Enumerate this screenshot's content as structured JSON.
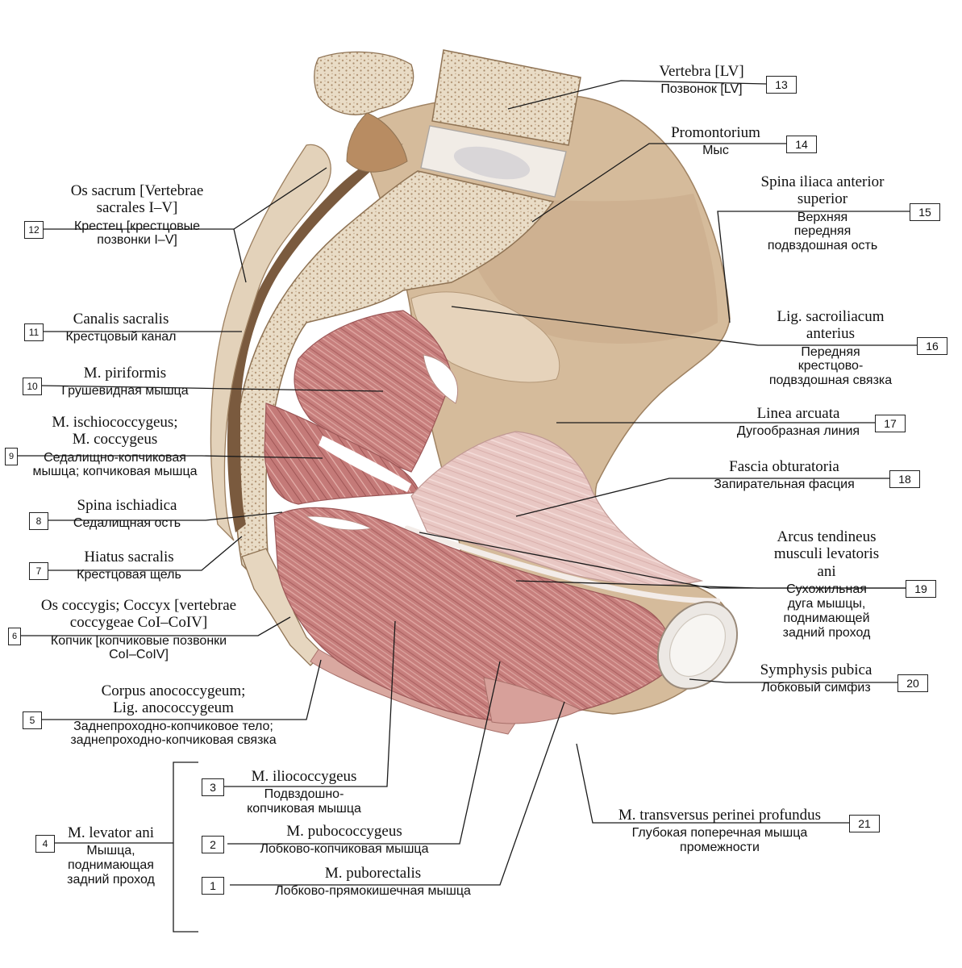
{
  "labels": [
    {
      "num": "13",
      "latin": "Vertebra [LV]",
      "russian": "Позвонок [LV]"
    },
    {
      "num": "14",
      "latin": "Promontorium",
      "russian": "Мыс"
    },
    {
      "num": "15",
      "latin": "Spina iliaca anterior\nsuperior",
      "russian": "Верхняя\nпередняя\nподвздошная ость"
    },
    {
      "num": "16",
      "latin": "Lig. sacroiliacum\nanterius",
      "russian": "Передняя\nкрестцово-\nподвздошная связка"
    },
    {
      "num": "17",
      "latin": "Linea arcuata",
      "russian": "Дугообразная линия"
    },
    {
      "num": "18",
      "latin": "Fascia obturatoria",
      "russian": "Запирательная фасция"
    },
    {
      "num": "19",
      "latin": "Arcus tendineus\nmusculi levatoris\nani",
      "russian": "Сухожильная\nдуга мышцы,\nподнимающей\nзадний проход"
    },
    {
      "num": "20",
      "latin": "Symphysis pubica",
      "russian": "Лобковый симфиз"
    },
    {
      "num": "21",
      "latin": "M. transversus perinei profundus",
      "russian": "Глубокая поперечная мышца\nпромежности"
    },
    {
      "num": "12",
      "latin": "Os sacrum [Vertebrae\nsacrales I–V]",
      "russian": "Крестец [крестцовые\nпозвонки I–V]"
    },
    {
      "num": "11",
      "latin": "Canalis sacralis",
      "russian": "Крестцовый канал"
    },
    {
      "num": "10",
      "latin": "M. piriformis",
      "russian": "Грушевидная мышца"
    },
    {
      "num": "9",
      "latin": "M. ischiococcygeus;\nM. coccygeus",
      "russian": "Седалищно-копчиковая\nмышца; копчиковая мышца"
    },
    {
      "num": "8",
      "latin": "Spina ischiadica",
      "russian": "Седалищная ость"
    },
    {
      "num": "7",
      "latin": "Hiatus sacralis",
      "russian": "Крестцовая щель"
    },
    {
      "num": "6",
      "latin": "Os coccygis; Coccyx [vertebrae\ncoccygeae CoI–CoIV]",
      "russian": "Копчик [копчиковые позвонки\nCoI–CoIV]"
    },
    {
      "num": "5",
      "latin": "Corpus anococcygeum;\nLig. anococcygeum",
      "russian": "Заднепроходно-копчиковое тело;\nзаднепроходно-копчиковая связка"
    },
    {
      "num": "4",
      "latin": "M. levator ani",
      "russian": "Мышца,\nподнимающая\nзадний проход"
    },
    {
      "num": "3",
      "latin": "M. iliococcygeus",
      "russian": "Подвздошно-\nкопчиковая мышца"
    },
    {
      "num": "2",
      "latin": "M. pubococcygeus",
      "russian": "Лобково-копчиковая мышца"
    },
    {
      "num": "1",
      "latin": "M. puborectalis",
      "russian": "Лобково-прямокишечная мышца"
    }
  ],
  "colors": {
    "bone": "#d6bc9c",
    "bone_light": "#eadcc4",
    "bone_dark": "#b89a76",
    "muscle": "#c98080",
    "muscle_light": "#e2b1ab",
    "fascia": "#e6c8c4",
    "line": "#1a1a1a"
  }
}
